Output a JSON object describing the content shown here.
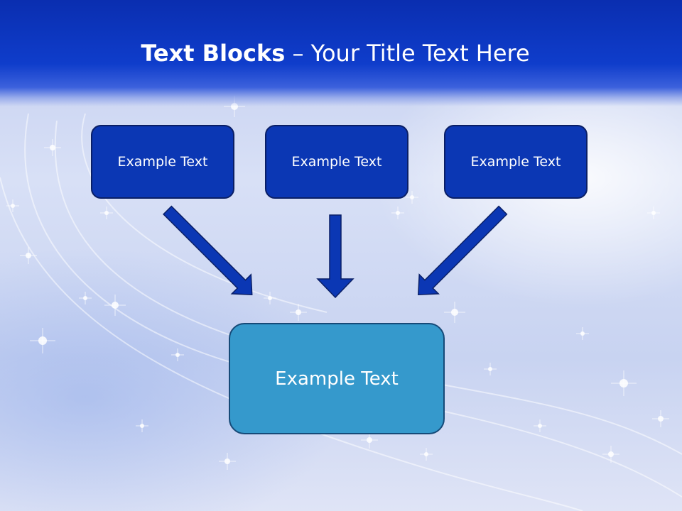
{
  "title": {
    "bold": "Text Blocks",
    "separator": " – ",
    "rest": "Your Title Text Here"
  },
  "blocks": {
    "left": "Example Text",
    "center": "Example Text",
    "right": "Example Text",
    "bottom": "Example Text"
  },
  "colors": {
    "header": "#0f3dcb",
    "top_block_fill": "#0b37b4",
    "bottom_block_fill": "#3599cc",
    "arrow_fill": "#0b37b4",
    "arrow_outline": "#0a1f66"
  }
}
